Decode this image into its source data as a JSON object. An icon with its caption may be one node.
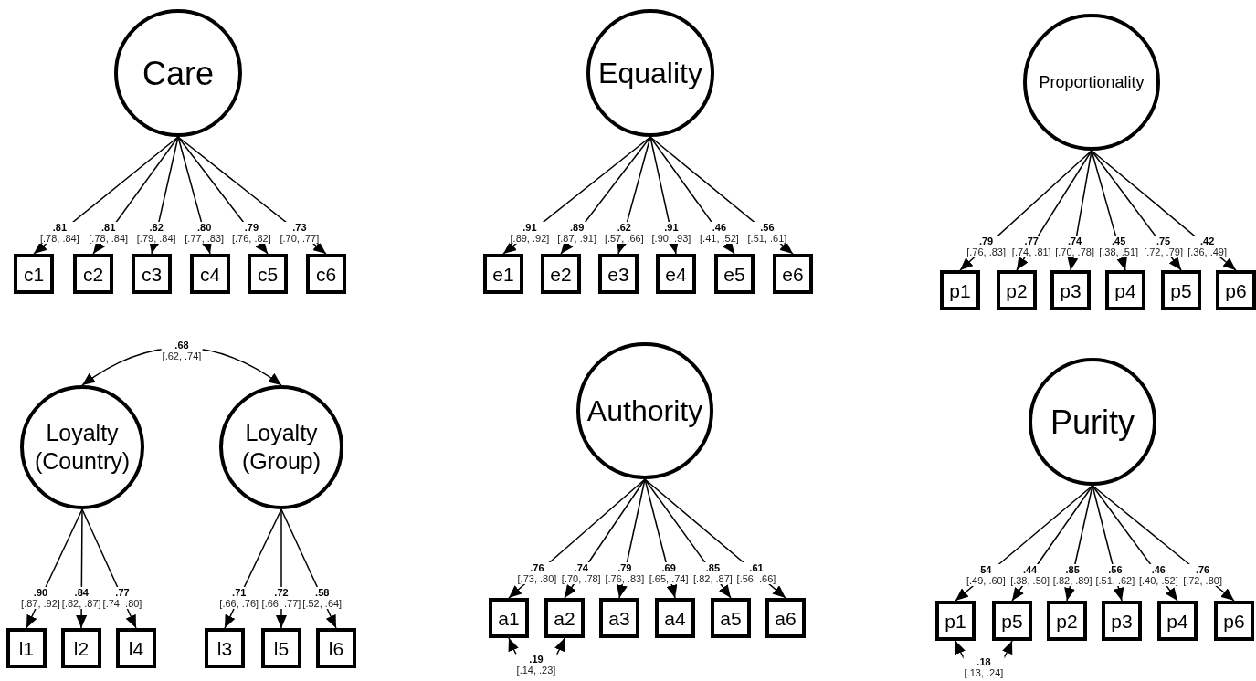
{
  "diagram": {
    "nodes": [
      {
        "text": [
          "Care"
        ]
      },
      {
        "text": [
          "c1"
        ]
      },
      {
        "text": [
          "c2"
        ]
      },
      {
        "text": [
          "c3"
        ]
      },
      {
        "text": [
          "c4"
        ]
      },
      {
        "text": [
          "c5"
        ]
      },
      {
        "text": [
          "c6"
        ]
      },
      {
        "text": [
          "Equality"
        ]
      },
      {
        "text": [
          "e1"
        ]
      },
      {
        "text": [
          "e2"
        ]
      },
      {
        "text": [
          "e3"
        ]
      },
      {
        "text": [
          "e4"
        ]
      },
      {
        "text": [
          "e5"
        ]
      },
      {
        "text": [
          "e6"
        ]
      },
      {
        "text": [
          "Proportionality"
        ]
      },
      {
        "text": [
          "p1"
        ]
      },
      {
        "text": [
          "p2"
        ]
      },
      {
        "text": [
          "p3"
        ]
      },
      {
        "text": [
          "p4"
        ]
      },
      {
        "text": [
          "p5"
        ]
      },
      {
        "text": [
          "p6"
        ]
      },
      {
        "text": [
          "Loyalty (Country)"
        ]
      },
      {
        "text": [
          "Loyalty (Group)"
        ]
      },
      {
        "text": [
          "l1"
        ]
      },
      {
        "text": [
          "l2"
        ]
      },
      {
        "text": [
          "l4"
        ]
      },
      {
        "text": [
          "l3"
        ]
      },
      {
        "text": [
          "l5"
        ]
      },
      {
        "text": [
          "l6"
        ]
      },
      {
        "text": [
          "Authority"
        ]
      },
      {
        "text": [
          "a1"
        ]
      },
      {
        "text": [
          "a2"
        ]
      },
      {
        "text": [
          "a3"
        ]
      },
      {
        "text": [
          "a4"
        ]
      },
      {
        "text": [
          "a5"
        ]
      },
      {
        "text": [
          "a6"
        ]
      },
      {
        "text": [
          "Purity"
        ]
      },
      {
        "text": [
          "p1"
        ]
      },
      {
        "text": [
          "p5"
        ]
      },
      {
        "text": [
          "p2"
        ]
      },
      {
        "text": [
          "p3"
        ]
      },
      {
        "text": [
          "p4"
        ]
      },
      {
        "text": [
          "p6"
        ]
      }
    ],
    "edges": [
      {
        "from": 0,
        "to": 1,
        "arrow": "to",
        "label": "**.81** [.78, .84]"
      },
      {
        "from": 0,
        "to": 2,
        "arrow": "to",
        "label": "**.81** [.78, .84]"
      },
      {
        "from": 0,
        "to": 3,
        "arrow": "to",
        "label": "**.82** [.79, .84]"
      },
      {
        "from": 0,
        "to": 4,
        "arrow": "to",
        "label": "**.80** [.77, .83]"
      },
      {
        "from": 0,
        "to": 5,
        "arrow": "to",
        "label": "**.79** [.76, .82]"
      },
      {
        "from": 0,
        "to": 6,
        "arrow": "to",
        "label": "**.73** [.70, .77]"
      },
      {
        "from": 7,
        "to": 8,
        "arrow": "to",
        "label": "**.91** [.89, .92]"
      },
      {
        "from": 7,
        "to": 9,
        "arrow": "to",
        "label": "**.89** [.87, .91]"
      },
      {
        "from": 7,
        "to": 10,
        "arrow": "to",
        "label": "**.62** [.57, .66]"
      },
      {
        "from": 7,
        "to": 11,
        "arrow": "to",
        "label": "**.91** [.90, .93]"
      },
      {
        "from": 7,
        "to": 12,
        "arrow": "to",
        "label": "**.46** [.41, .52]"
      },
      {
        "from": 7,
        "to": 13,
        "arrow": "to",
        "label": "**.56** [.51, .61]"
      },
      {
        "from": 14,
        "to": 15,
        "arrow": "to",
        "label": "**.79** [.76, .83]"
      },
      {
        "from": 14,
        "to": 16,
        "arrow": "to",
        "label": "**.77** [.74, .81]"
      },
      {
        "from": 14,
        "to": 17,
        "arrow": "to",
        "label": "**.74** [.70, .78]"
      },
      {
        "from": 14,
        "to": 18,
        "arrow": "to",
        "label": "**.45** [.38, .51]"
      },
      {
        "from": 14,
        "to": 19,
        "arrow": "to",
        "label": "**.75** [.72, .79]"
      },
      {
        "from": 14,
        "to": 20,
        "arrow": "to",
        "label": "**.42** [.36, .49]"
      },
      {
        "from": 21,
        "to": 22,
        "arrow": "both",
        "label": "**.68** [.62, .74]"
      },
      {
        "from": 21,
        "to": 23,
        "arrow": "to",
        "label": "**.90** [.87, .92]"
      },
      {
        "from": 21,
        "to": 24,
        "arrow": "to",
        "label": "**.84** [.82, .87]"
      },
      {
        "from": 21,
        "to": 25,
        "arrow": "to",
        "label": "**.77** [.74, .80]"
      },
      {
        "from": 22,
        "to": 26,
        "arrow": "to",
        "label": "**.71** [.66, .76]"
      },
      {
        "from": 22,
        "to": 27,
        "arrow": "to",
        "label": "**.72** [.66, .77]"
      },
      {
        "from": 22,
        "to": 28,
        "arrow": "to",
        "label": "**.58** [.52, .64]"
      },
      {
        "from": 29,
        "to": 30,
        "arrow": "to",
        "label": "**.76** [.73, .80]"
      },
      {
        "from": 29,
        "to": 31,
        "arrow": "to",
        "label": "**.74** [.70, .78]"
      },
      {
        "from": 29,
        "to": 32,
        "arrow": "to",
        "label": "**.79** [.76, .83]"
      },
      {
        "from": 29,
        "to": 33,
        "arrow": "to",
        "label": "**.69** [.65, .74]"
      },
      {
        "from": 29,
        "to": 34,
        "arrow": "to",
        "label": "**.85** [.82, .87]"
      },
      {
        "from": 29,
        "to": 35,
        "arrow": "to",
        "label": "**.61** [.56, .66]"
      },
      {
        "from": 30,
        "to": 31,
        "arrow": "both",
        "label": "**.19** [.14, .23]"
      },
      {
        "from": 36,
        "to": 37,
        "arrow": "to",
        "label": "**54** [.49, .60]"
      },
      {
        "from": 36,
        "to": 38,
        "arrow": "to",
        "label": "**.44** [.38, .50]"
      },
      {
        "from": 36,
        "to": 39,
        "arrow": "to",
        "label": "**.85** [.82, .89]"
      },
      {
        "from": 36,
        "to": 40,
        "arrow": "to",
        "label": "**.56** [.51, .62]"
      },
      {
        "from": 36,
        "to": 41,
        "arrow": "to",
        "label": "**.46** [.40, .52]"
      },
      {
        "from": 36,
        "to": 42,
        "arrow": "to",
        "label": "**.76** [.72, .80]"
      },
      {
        "from": 37,
        "to": 38,
        "arrow": "both",
        "label": "**.18** [.13, .24]"
      }
    ]
  }
}
